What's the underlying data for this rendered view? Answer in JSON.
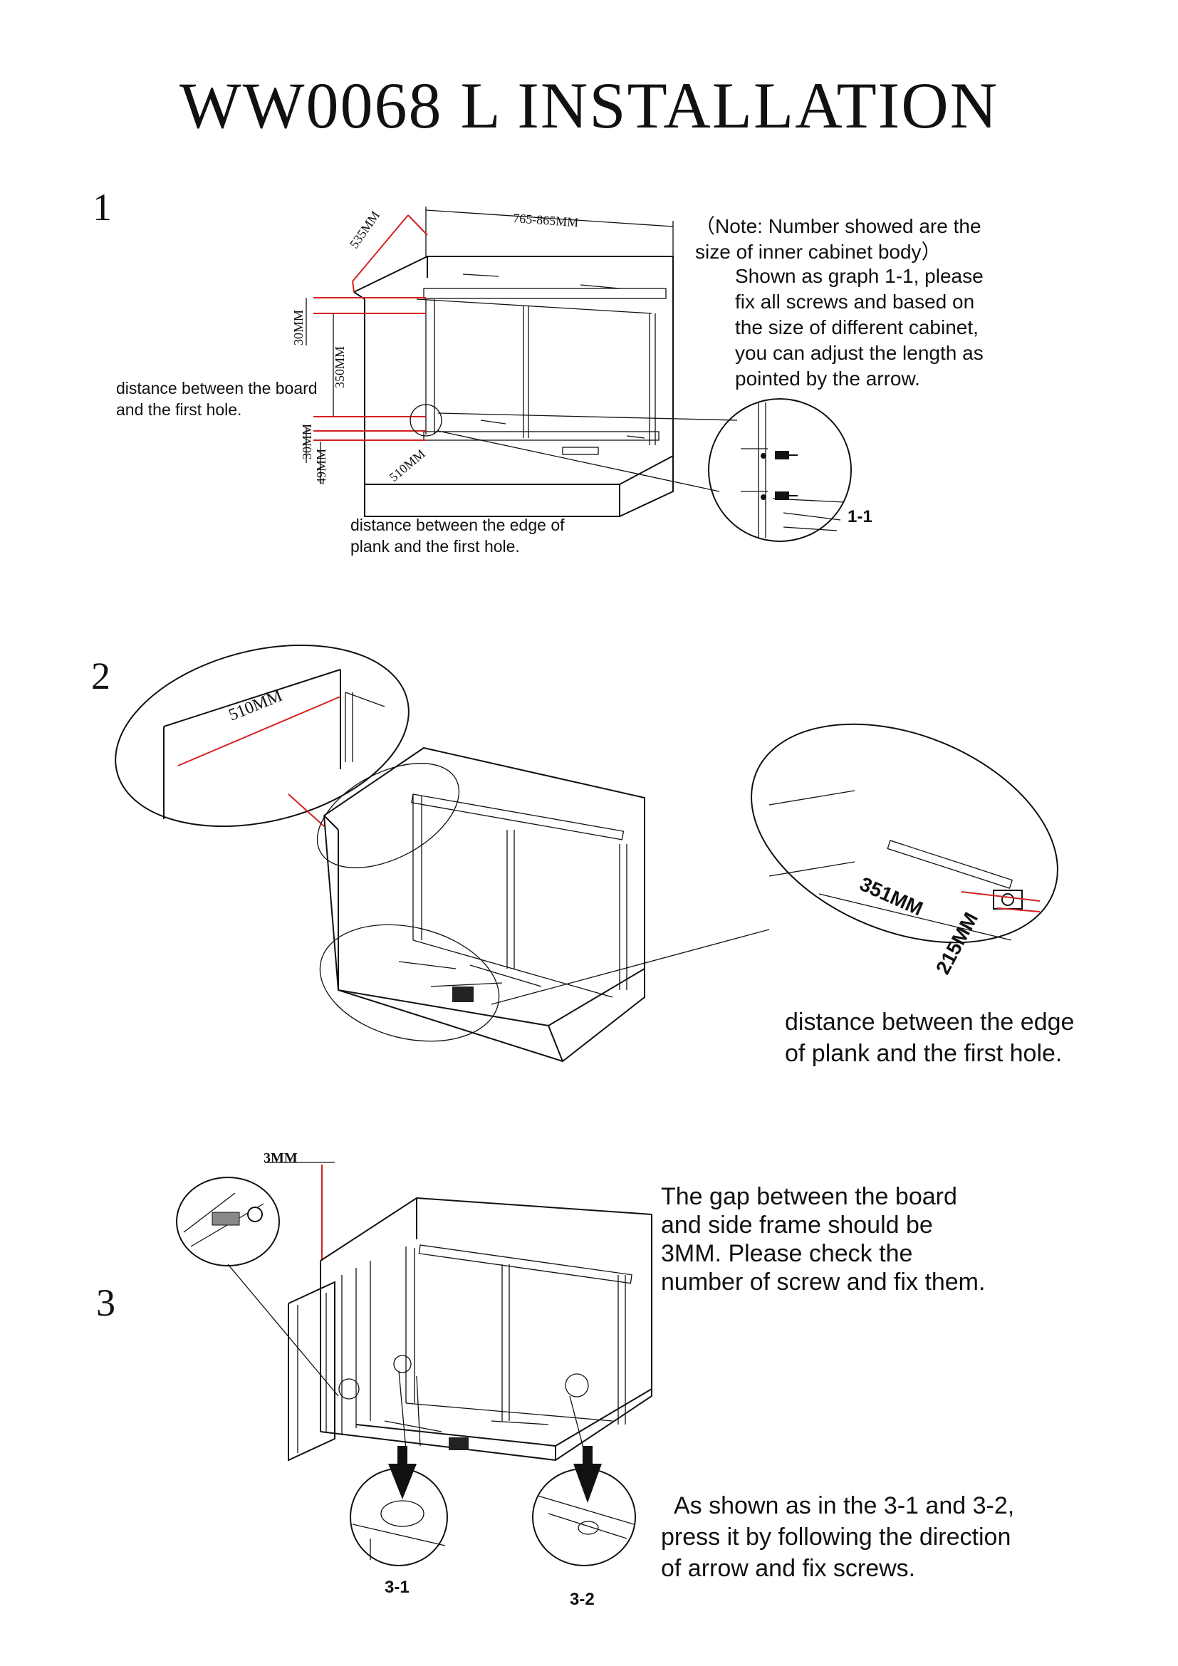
{
  "title": "WW0068 L  INSTALLATION",
  "steps": [
    {
      "number": "1",
      "note_lines": [
        "（Note: Number showed are the",
        "size of inner cabinet body）"
      ],
      "instruction_lines": [
        "Shown as graph 1-1, please",
        "fix all screws and based on",
        "the size of different cabinet,",
        "you can adjust the length as",
        "pointed by the arrow."
      ],
      "label_board": [
        "distance between the board",
        "and the first hole."
      ],
      "label_plank": [
        "distance between the edge of",
        "plank and the first hole."
      ],
      "dims": {
        "width": "765-865MM",
        "depth": "535MM",
        "d30a": "30MM",
        "d350": "350MM",
        "d30b": "30MM",
        "d49": "49MM",
        "d510": "510MM"
      },
      "figure_label": "1-1"
    },
    {
      "number": "2",
      "dim_left": "510MM",
      "dim_351": "351MM",
      "dim_215": "215MM",
      "text_lines": [
        "distance between the edge",
        "of plank and the first hole."
      ]
    },
    {
      "number": "3",
      "gap": "3MM",
      "text1_lines": [
        "The gap between the board",
        "and side frame should be",
        "3MM. Please check the",
        "number of screw and fix them."
      ],
      "text2_lines": [
        "As shown as in the 3-1 and 3-2,",
        "press it by following the direction",
        "of arrow and fix screws."
      ],
      "fig1": "3-1",
      "fig2": "3-2"
    }
  ]
}
